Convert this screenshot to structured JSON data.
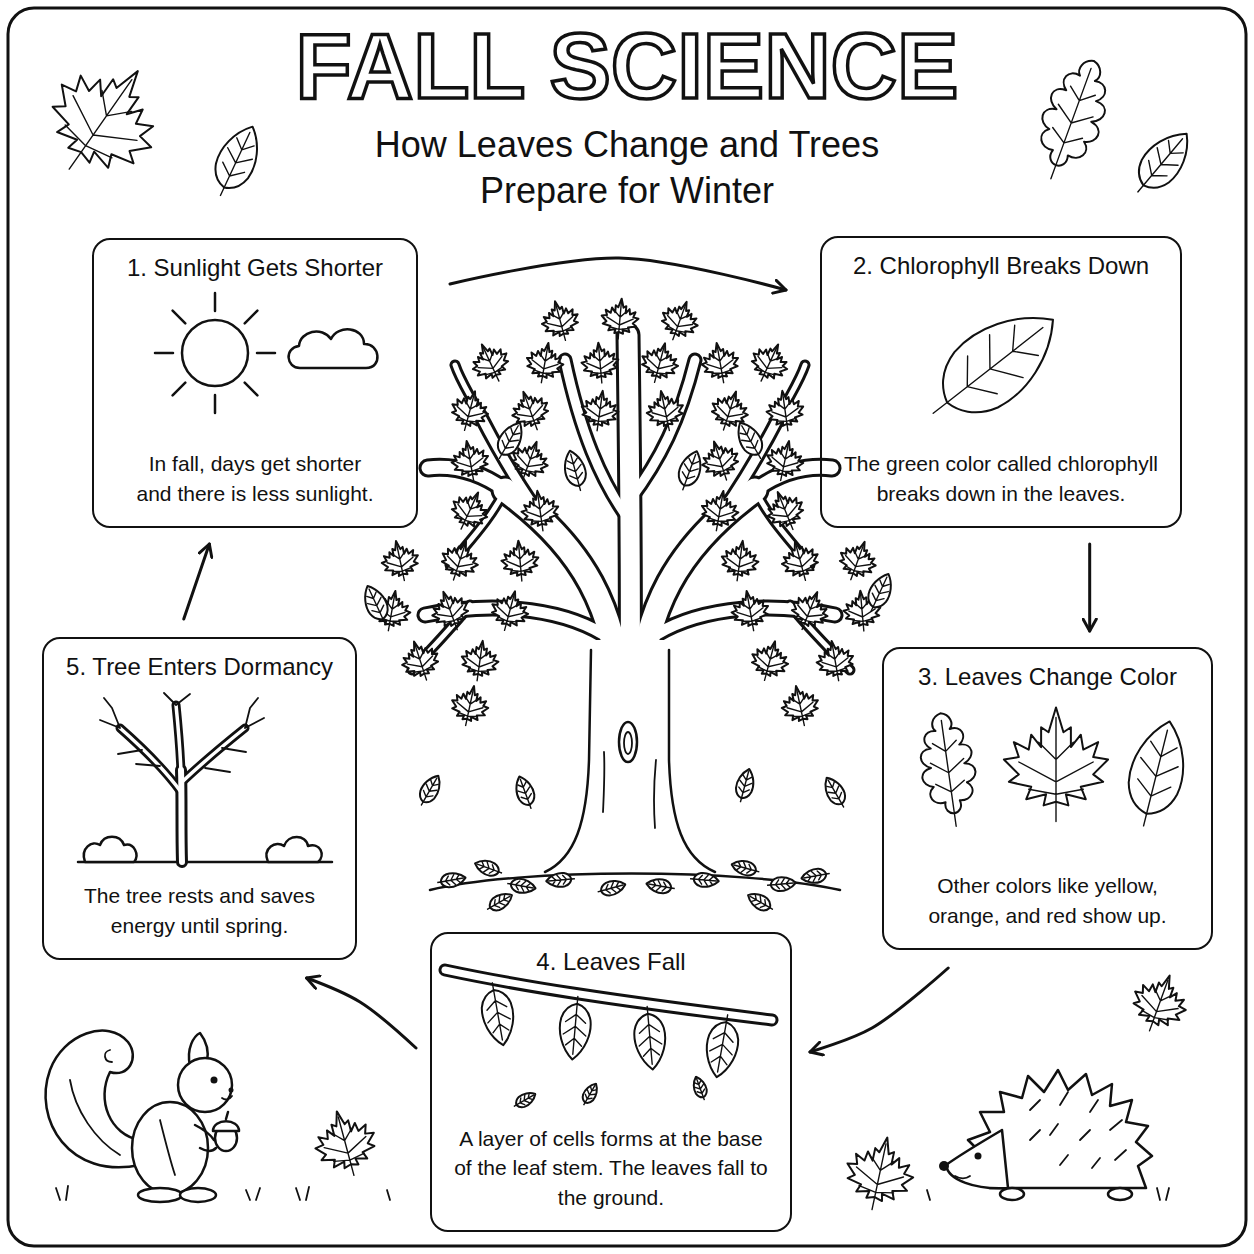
{
  "diagram": {
    "title": "FALL SCIENCE",
    "nodes": [
      {
        "text": [
          "1. Sunlight Gets Shorter",
          "In fall, days get shorter and there is less sunlight."
        ]
      },
      {
        "text": [
          "2. Chlorophyll Breaks Down",
          "The green color called chlorophyll breaks down in the leaves."
        ]
      },
      {
        "text": [
          "3. Leaves Change Color",
          "Other colors like yellow, orange, and red show up."
        ]
      },
      {
        "text": [
          "4. Leaves Fall",
          "A layer of cells forms at the base of the leaf stem. The leaves fall to the ground."
        ]
      },
      {
        "text": [
          "5. Tree Enters Dormancy",
          "The tree rests and saves energy until spring."
        ]
      }
    ],
    "edges": [
      {
        "from": 0,
        "to": 1,
        "arrow": "to"
      },
      {
        "from": 1,
        "to": 2,
        "arrow": "to"
      },
      {
        "from": 2,
        "to": 3,
        "arrow": "to"
      },
      {
        "from": 3,
        "to": 4,
        "arrow": "to"
      },
      {
        "from": 4,
        "to": 0,
        "arrow": "to"
      }
    ],
    "labels": [
      "How Leaves Change and Trees Prepare for Winter"
    ]
  }
}
